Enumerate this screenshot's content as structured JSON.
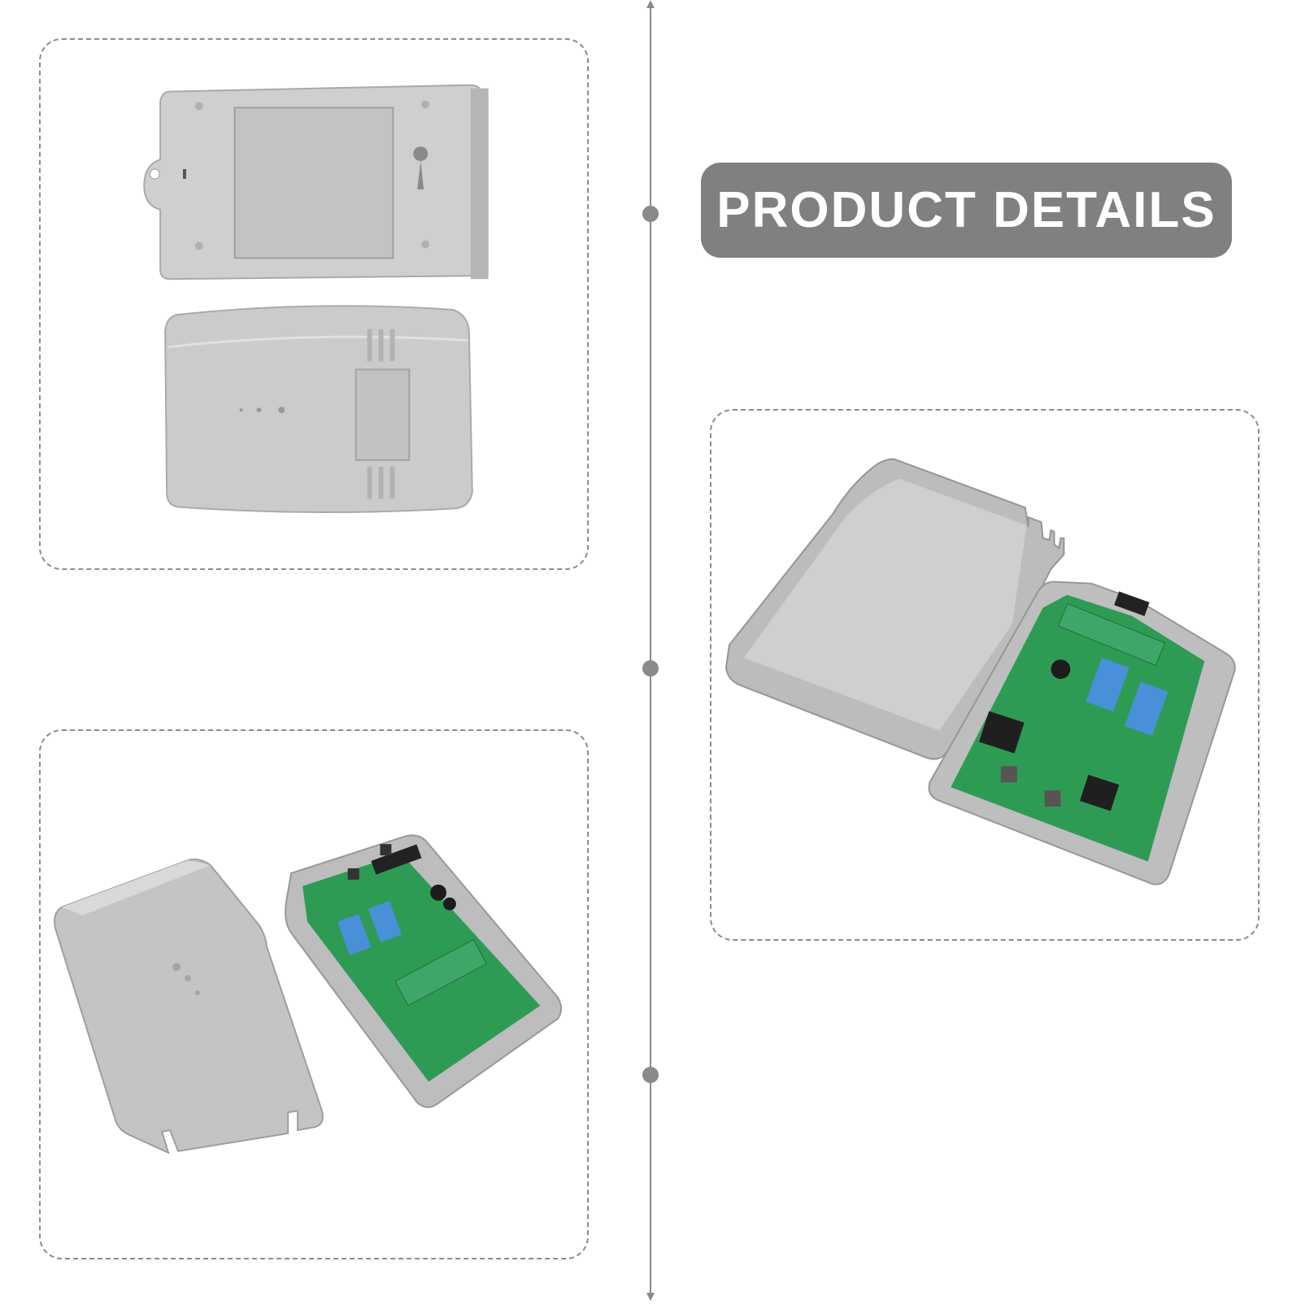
{
  "header": {
    "title": "PRODUCT DETAILS"
  },
  "colors": {
    "badge_background": "#808080",
    "badge_text": "#ffffff",
    "panel_border": "#8c8c8c",
    "timeline": "#8a8a8a",
    "enclosure_gray": "#c8c8c8",
    "circuit_board_green": "#2e9b55",
    "relay_blue": "#4a90d9"
  },
  "panels": [
    {
      "name": "enclosure-back-and-front-view"
    },
    {
      "name": "open-enclosure-with-circuit-board"
    },
    {
      "name": "opened-receiver-side-view"
    }
  ]
}
